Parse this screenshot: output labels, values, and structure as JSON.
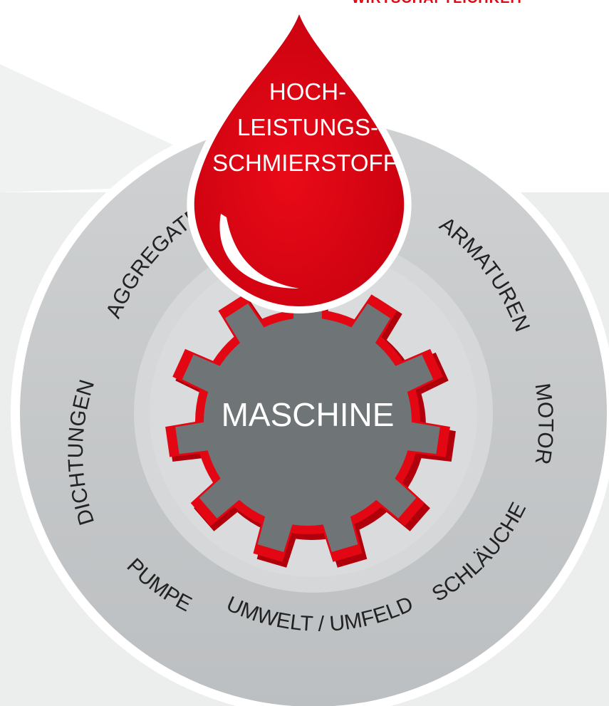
{
  "header_cut": "WIRTSCHAFTLICHKEIT",
  "drop": {
    "lines": [
      "HOCH-",
      "LEISTUNGS-",
      "SCHMIERSTOFF"
    ]
  },
  "center": {
    "label": "MASCHINE"
  },
  "ring_labels": {
    "aggregate": "AGGREGATE",
    "armaturen": "ARMATUREN",
    "dichtungen": "DICHTUNGEN",
    "motor": "MOTOR",
    "pumpe": "PUMPE",
    "schlaeuche": "SCHLÄUCHE",
    "umwelt": "UMWELT / UMFELD"
  },
  "colors": {
    "accent_red": "#e30613",
    "dark_red": "#b0000c",
    "gear_gray": "#6f7577",
    "ring_gray": "#c5c7c9",
    "inner_gray": "#d9dadb",
    "page_bg_gray": "#eceded"
  }
}
